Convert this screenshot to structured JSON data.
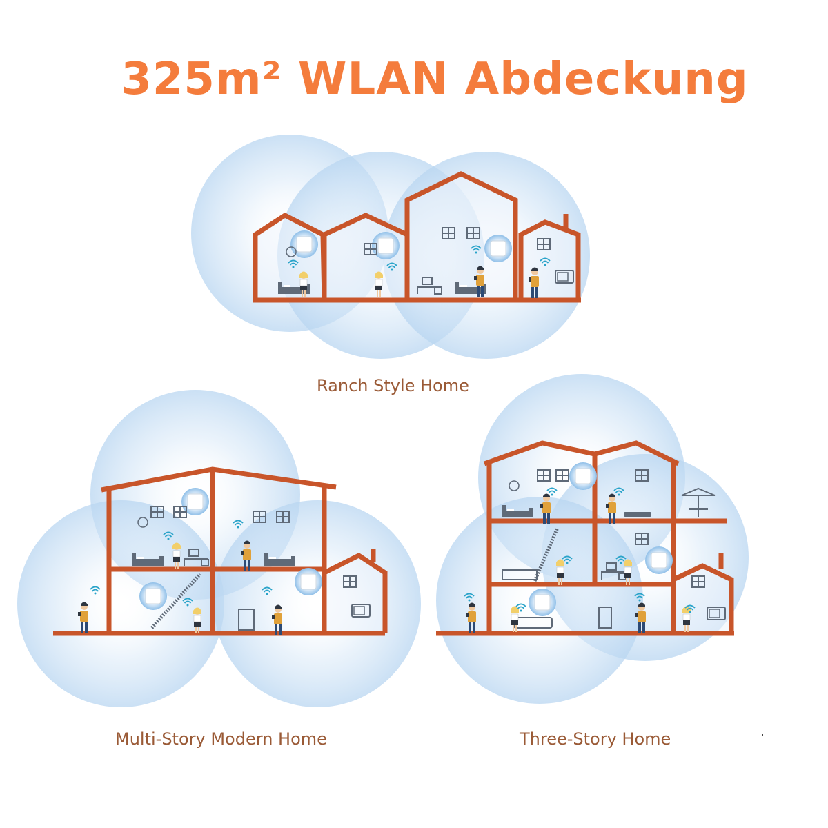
{
  "title": "325m² WLAN Abdeckung",
  "colors": {
    "title": "#f47c3c",
    "caption": "#9a5a36",
    "house_outline": "#c8552a",
    "coverage_circle": "#cfe3f6",
    "furniture": "#5f6a78",
    "person_shirt": "#e0a13a",
    "wifi_signal": "#29a3c9"
  },
  "diagrams": [
    {
      "id": "ranch",
      "caption": "Ranch Style Home",
      "mesh_nodes": 3,
      "icons": [
        "house-outline-icon",
        "mesh-router-icon",
        "wifi-signal-icon",
        "person-icon",
        "bed-icon",
        "desk-icon",
        "window-icon",
        "clock-icon",
        "microwave-icon"
      ]
    },
    {
      "id": "multi-story",
      "caption": "Multi-Story Modern Home",
      "mesh_nodes": 3,
      "icons": [
        "house-outline-icon",
        "mesh-router-icon",
        "wifi-signal-icon",
        "person-icon",
        "bed-icon",
        "stairs-icon",
        "window-icon",
        "clock-icon",
        "fridge-icon",
        "microwave-icon"
      ]
    },
    {
      "id": "three-story",
      "caption": "Three-Story Home",
      "mesh_nodes": 3,
      "icons": [
        "house-outline-icon",
        "mesh-router-icon",
        "wifi-signal-icon",
        "person-icon",
        "bed-icon",
        "treadmill-icon",
        "umbrella-table-icon",
        "stairs-icon",
        "tv-icon",
        "sofa-icon",
        "fridge-icon",
        "microwave-icon"
      ]
    }
  ]
}
